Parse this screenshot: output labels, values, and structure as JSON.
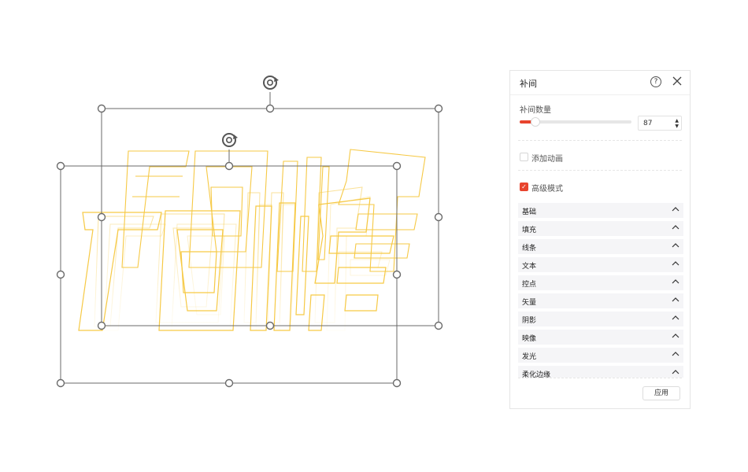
{
  "panel": {
    "title": "补间",
    "help_icon": "question-circle-icon",
    "close_icon": "close-icon",
    "count_label": "补间数量",
    "count_value": "87",
    "slider_fraction": 0.14,
    "add_animation_label": "添加动画",
    "add_animation_checked": false,
    "advanced_label": "高级模式",
    "advanced_checked": true,
    "sections": [
      "基础",
      "填充",
      "线条",
      "文本",
      "控点",
      "矢量",
      "阴影",
      "映像",
      "发光",
      "柔化边缘"
    ],
    "apply_label": "应用",
    "accent_color": "#e8442e"
  },
  "canvas": {
    "artwork_text": "项目峰",
    "stroke_color": "#f6c945",
    "rotate_icon": "rotate-handle-icon"
  }
}
